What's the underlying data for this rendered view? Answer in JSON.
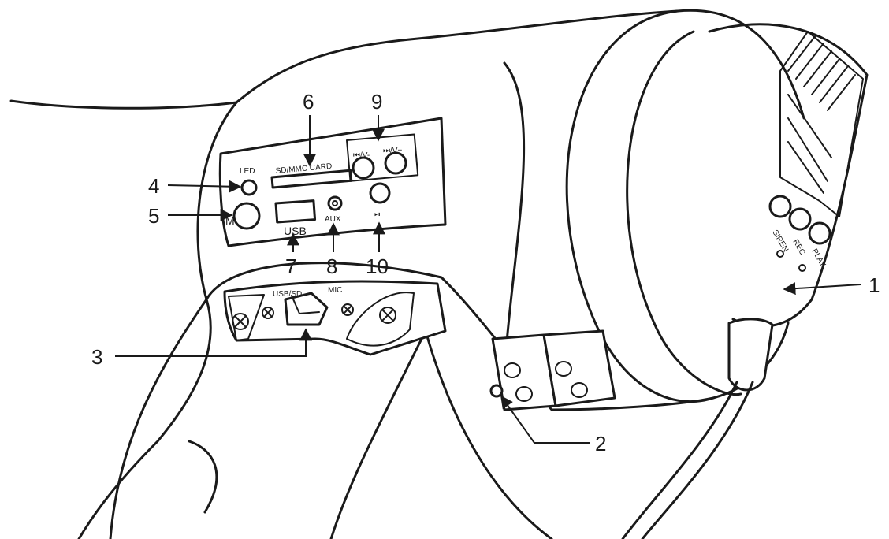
{
  "panel_labels": {
    "led": "LED",
    "card": "SD/MMC CARD",
    "prev": "⏮/V-",
    "next": "⏭/V+",
    "mode": "M",
    "usb": "USB",
    "aux": "AUX",
    "play_pause": "⏯",
    "usb_sd": "USB/SD",
    "mic": "MIC",
    "siren": "SIREN",
    "rec": "REC",
    "play": "PLAY"
  },
  "callouts": [
    "1",
    "2",
    "3",
    "4",
    "5",
    "6",
    "7",
    "8",
    "9",
    "10"
  ]
}
